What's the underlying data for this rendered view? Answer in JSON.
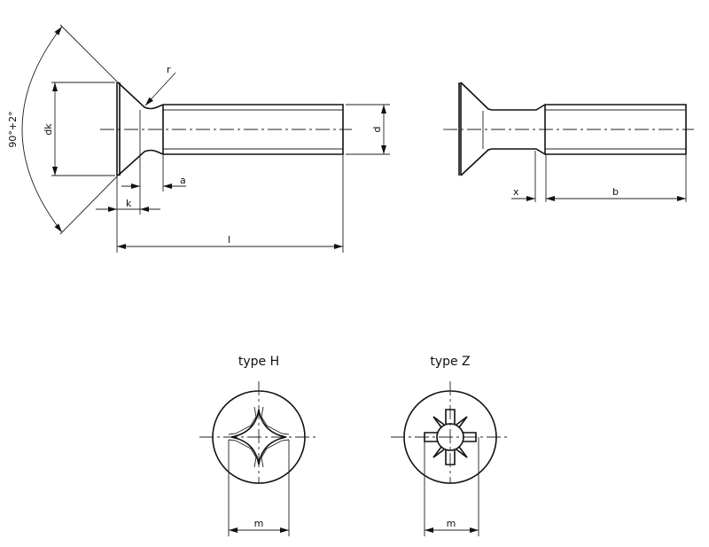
{
  "side_view": {
    "labels": {
      "angle": "90°+2°",
      "dk": "dk",
      "r": "r",
      "a": "a",
      "k": "k",
      "l": "l",
      "d": "d"
    }
  },
  "side_view_2": {
    "labels": {
      "x": "x",
      "b": "b"
    }
  },
  "recess_views": [
    {
      "title": "type H",
      "dimension": "m"
    },
    {
      "title": "type Z",
      "dimension": "m"
    }
  ]
}
